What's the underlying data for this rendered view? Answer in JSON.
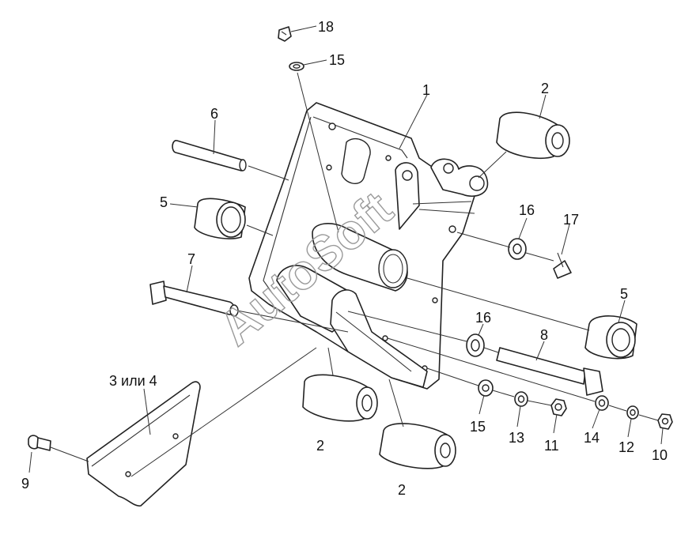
{
  "watermark": "AutoSoft",
  "callouts": [
    {
      "id": "c18",
      "label": "18"
    },
    {
      "id": "c15a",
      "label": "15"
    },
    {
      "id": "c1",
      "label": "1"
    },
    {
      "id": "c2a",
      "label": "2"
    },
    {
      "id": "c6",
      "label": "6"
    },
    {
      "id": "c5a",
      "label": "5"
    },
    {
      "id": "c16a",
      "label": "16"
    },
    {
      "id": "c17",
      "label": "17"
    },
    {
      "id": "c7",
      "label": "7"
    },
    {
      "id": "c5b",
      "label": "5"
    },
    {
      "id": "c16b",
      "label": "16"
    },
    {
      "id": "c8",
      "label": "8"
    },
    {
      "id": "c3or4",
      "label": "3 или 4"
    },
    {
      "id": "c9",
      "label": "9"
    },
    {
      "id": "c2b",
      "label": "2"
    },
    {
      "id": "c2c",
      "label": "2"
    },
    {
      "id": "c15b",
      "label": "15"
    },
    {
      "id": "c13",
      "label": "13"
    },
    {
      "id": "c11",
      "label": "11"
    },
    {
      "id": "c14",
      "label": "14"
    },
    {
      "id": "c12",
      "label": "12"
    },
    {
      "id": "c10",
      "label": "10"
    }
  ]
}
